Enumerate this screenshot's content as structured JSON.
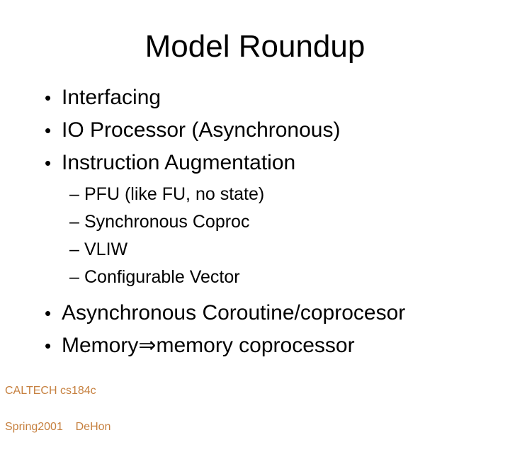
{
  "slide": {
    "title": "Model Roundup",
    "bullets": [
      {
        "marker": "•",
        "text": "Interfacing"
      },
      {
        "marker": "•",
        "text": "IO Processor (Asynchronous)"
      },
      {
        "marker": "•",
        "text": "Instruction Augmentation"
      },
      {
        "marker": "–",
        "text": "PFU (like FU, no state)"
      },
      {
        "marker": "–",
        "text": "Synchronous Coproc"
      },
      {
        "marker": "–",
        "text": "VLIW"
      },
      {
        "marker": "–",
        "text": "Configurable Vector"
      },
      {
        "marker": "•",
        "text": "Asynchronous Coroutine/coprocesor"
      },
      {
        "marker": "•",
        "text": "Memory⇒memory coprocessor"
      }
    ],
    "footer": {
      "line1": "CALTECH cs184c",
      "line2": "Spring2001    DeHon",
      "color": "#c6803f"
    },
    "colors": {
      "background": "#ffffff",
      "text": "#000000"
    }
  }
}
